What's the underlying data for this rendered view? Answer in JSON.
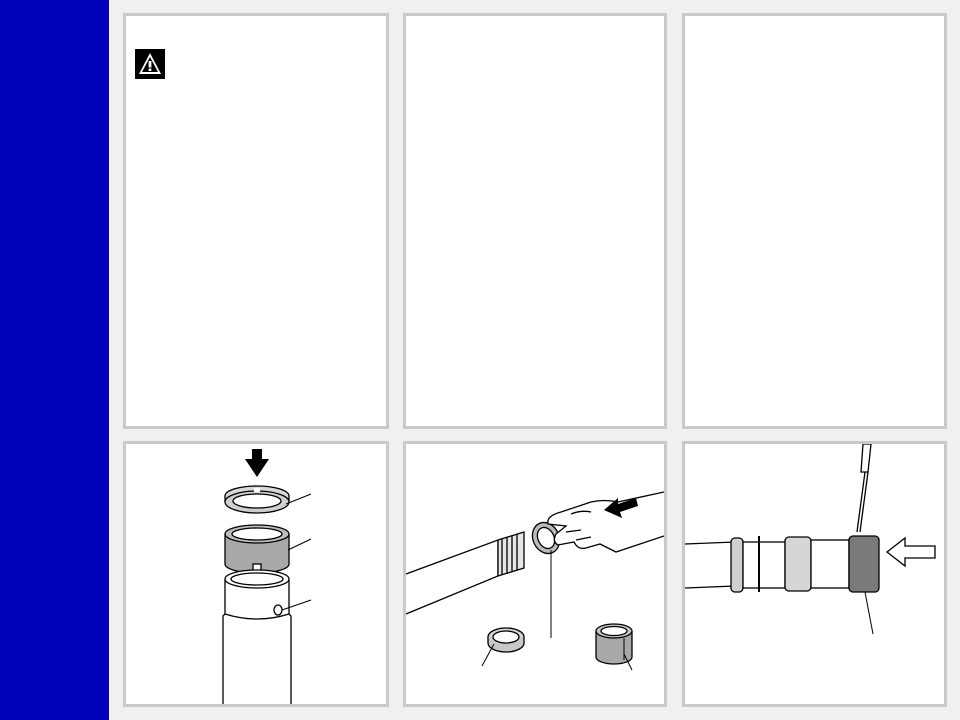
{
  "page": {
    "sidebar_color": "#0000b8",
    "background_color": "#f0f0f0",
    "panel_border_color": "#c9c9c9"
  },
  "text_panels": [
    {
      "id": "panel-1",
      "icon": "warning-icon",
      "text": ""
    },
    {
      "id": "panel-2",
      "text": ""
    },
    {
      "id": "panel-3",
      "text": ""
    }
  ],
  "illustrations": [
    {
      "id": "panel-4",
      "subject": "clip-ring-guide-bushing-onto-fork-tube",
      "arrow": "down-arrow-icon",
      "callouts": 3
    },
    {
      "id": "panel-5",
      "subject": "hand-installing-bushing-onto-tube",
      "arrow": "left-arrow-icon",
      "callouts": 3
    },
    {
      "id": "panel-6",
      "subject": "screwdriver-on-bushing-on-tube",
      "arrow": "left-outline-arrow-icon",
      "callouts": 1
    }
  ]
}
